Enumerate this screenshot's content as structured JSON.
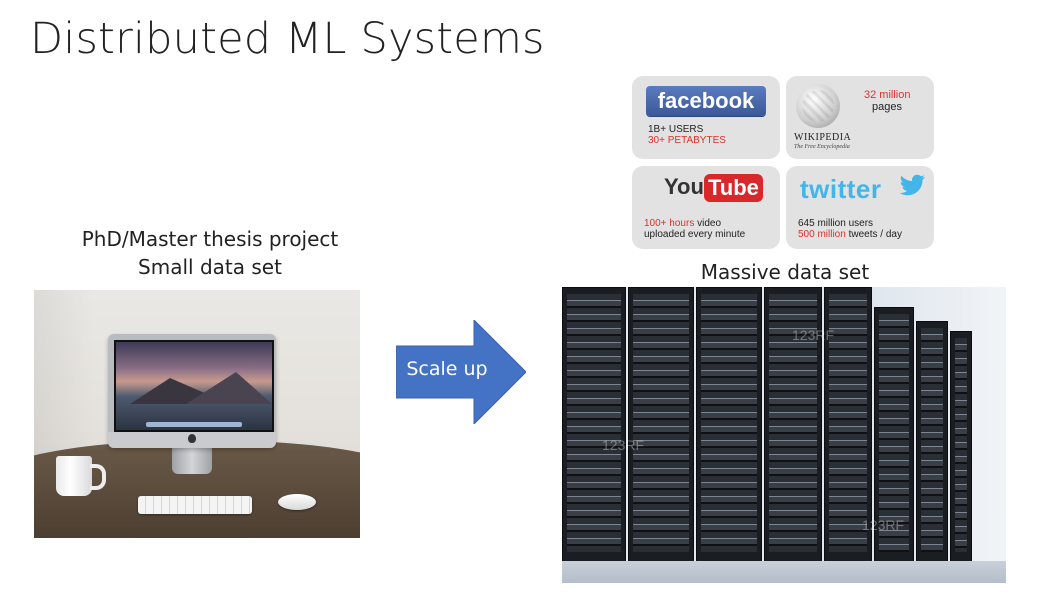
{
  "slide": {
    "title": "Distributed ML Systems",
    "left_caption_line1": "PhD/Master thesis project",
    "left_caption_line2": "Small data set",
    "arrow_label": "Scale up",
    "right_caption": "Massive data set"
  },
  "logos": {
    "facebook": {
      "logo_text": "facebook",
      "line1": "1B+ USERS",
      "line2": "30+ PETABYTES"
    },
    "wikipedia": {
      "count": "32 million",
      "unit": "pages",
      "wordmark": "WIKIPEDIA",
      "tagline": "The Free Encyclopedia"
    },
    "youtube": {
      "you": "You",
      "tube": "Tube",
      "stat_red": "100+ hours",
      "stat_rest": " video",
      "line2": "uploaded every minute"
    },
    "twitter": {
      "logo_text": "twitter",
      "line1": "645 million users",
      "stat_red": "500 million",
      "stat_rest": " tweets / day"
    }
  },
  "colors": {
    "arrow": "#4472c4",
    "facebook_blue": "#3b5998",
    "youtube_red": "#d8282a",
    "twitter_blue": "#42b6e8",
    "highlight_red": "#e0302a"
  },
  "icons": {
    "twitter_bird": "bird-icon",
    "apple_logo": "apple-icon"
  },
  "watermark": "123RF"
}
